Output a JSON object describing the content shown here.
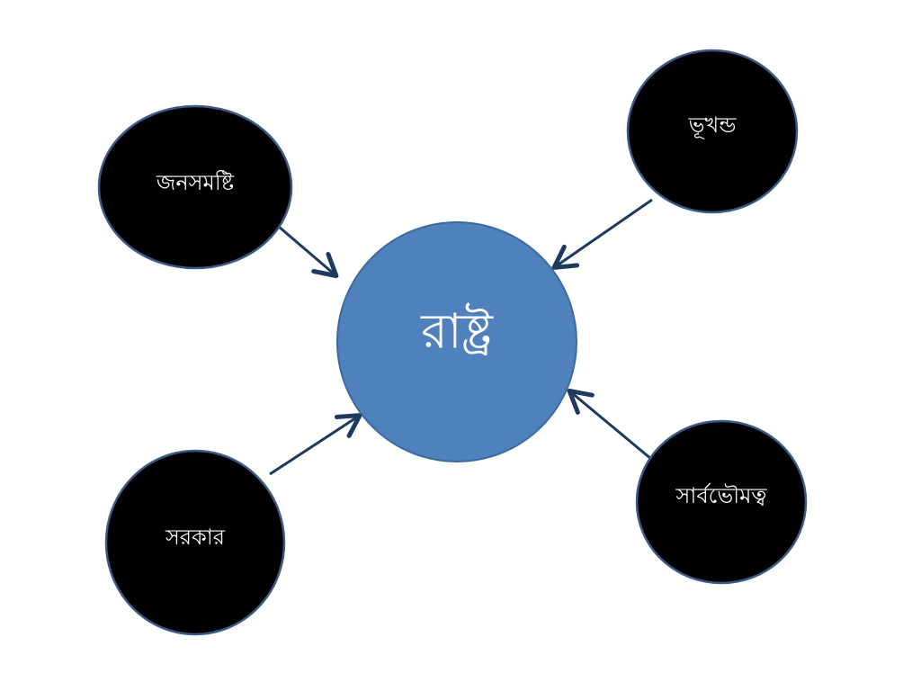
{
  "diagram": {
    "center": {
      "label": "রাষ্ট্র",
      "fill": "#4f81bd",
      "stroke": "#3d6a9e"
    },
    "nodes": [
      {
        "id": "population",
        "label": "জনসমষ্টি"
      },
      {
        "id": "territory",
        "label": "ভূখন্ড"
      },
      {
        "id": "government",
        "label": "সরকার"
      },
      {
        "id": "sovereignty",
        "label": "সার্বভৌমত্ব"
      }
    ],
    "colors": {
      "node_fill": "#000000",
      "node_stroke": "#3b5b86",
      "arrow": "#1f3a5f",
      "label_text": "#ffffff"
    }
  }
}
